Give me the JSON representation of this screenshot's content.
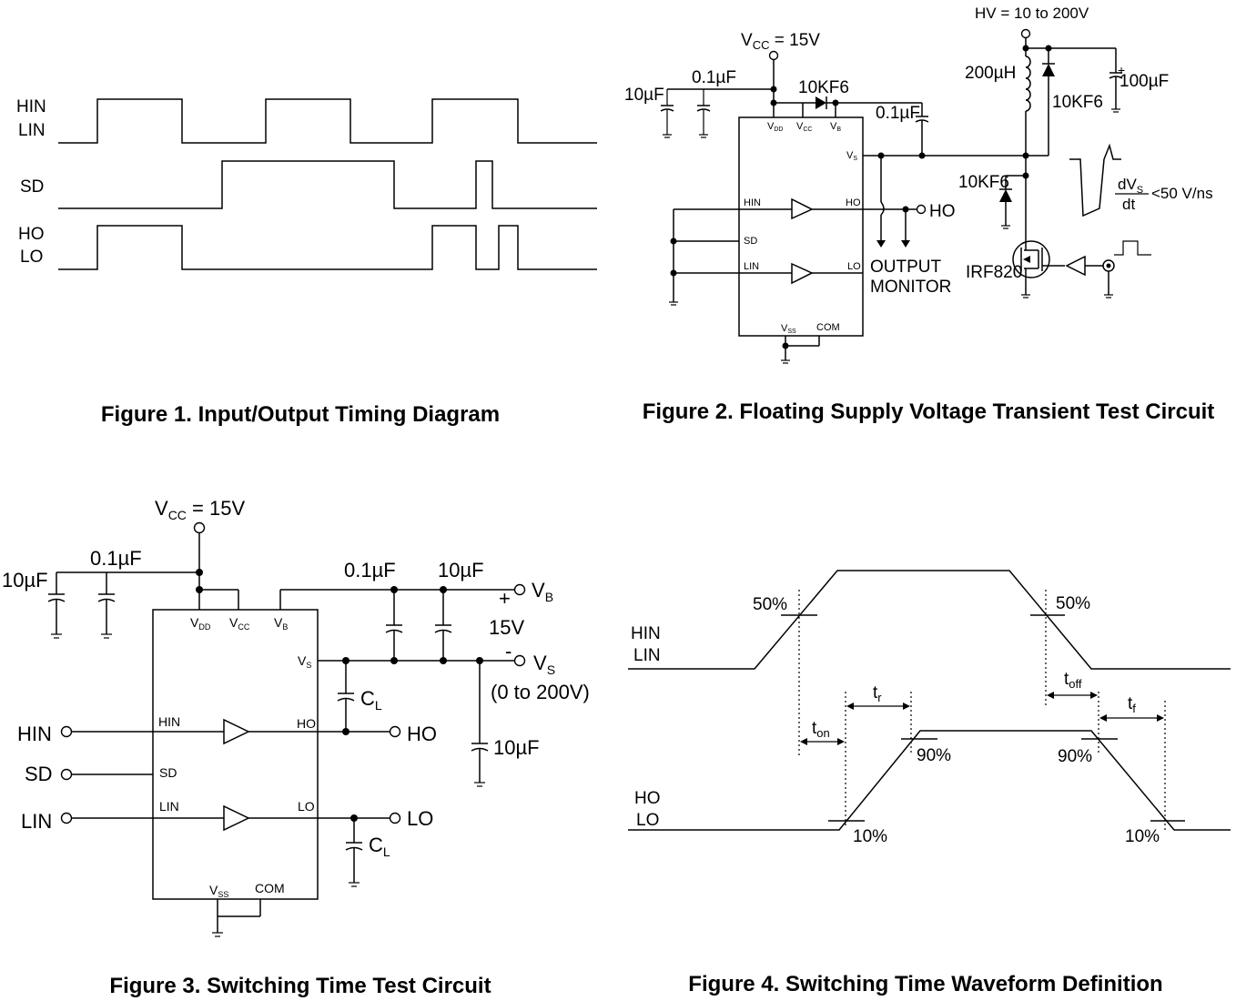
{
  "figure1": {
    "caption": "Figure 1. Input/Output Timing Diagram",
    "signals": [
      "HIN",
      "LIN",
      "SD",
      "HO",
      "LO"
    ]
  },
  "figure2": {
    "caption": "Figure 2. Floating Supply Voltage Transient Test Circuit",
    "vcc": "V",
    "vcc_sub": "CC",
    "vcc_value": " = 15V",
    "hv": "HV = 10 to 200V",
    "cap_10uf": "10µF",
    "cap_01uf_a": "0.1µF",
    "cap_01uf_b": "0.1µF",
    "cap_100uf": "100µF",
    "inductor": "200µH",
    "diode_a": "10KF6",
    "diode_b": "10KF6",
    "diode_c": "10KF6",
    "mosfet": "IRF820",
    "output_monitor_1": "OUTPUT",
    "output_monitor_2": "MONITOR",
    "ho_out": "HO",
    "dvdt_num": "dV",
    "dvdt_num_sub": "S",
    "dvdt_den": "dt",
    "dvdt_limit": "<50 V/ns",
    "pins": {
      "vdd": "V",
      "vdd_sub": "DD",
      "vcc": "V",
      "vcc_sub": "CC",
      "vb": "V",
      "vb_sub": "B",
      "vs": "V",
      "vs_sub": "S",
      "hin": "HIN",
      "sd": "SD",
      "lin": "LIN",
      "ho": "HO",
      "lo": "LO",
      "vss": "V",
      "vss_sub": "SS",
      "com": "COM"
    },
    "plus": "+"
  },
  "figure3": {
    "caption": "Figure 3. Switching Time Test Circuit",
    "vcc": "V",
    "vcc_sub": "CC",
    "vcc_value": " = 15V",
    "cap_10uf_left": "10µF",
    "cap_01uf_left": "0.1µF",
    "cap_01uf_right": "0.1µF",
    "cap_10uf_right": "10µF",
    "cap_10uf_low": "10µF",
    "vb": "V",
    "vb_sub": "B",
    "vs": "V",
    "vs_sub": "S",
    "vs_range": "(0 to 200V)",
    "supply": "15V",
    "plus": "+",
    "minus": "-",
    "cl": "C",
    "cl_sub": "L",
    "inputs": [
      "HIN",
      "SD",
      "LIN"
    ],
    "outputs": [
      "HO",
      "LO"
    ],
    "pins": {
      "vdd": "V",
      "vdd_sub": "DD",
      "vcc": "V",
      "vcc_sub": "CC",
      "vb": "V",
      "vb_sub": "B",
      "vs": "V",
      "vs_sub": "S",
      "hin": "HIN",
      "sd": "SD",
      "lin": "LIN",
      "ho": "HO",
      "lo": "LO",
      "vss": "V",
      "vss_sub": "SS",
      "com": "COM"
    }
  },
  "figure4": {
    "caption": "Figure 4. Switching Time Waveform Definition",
    "input_labels": [
      "HIN",
      "LIN"
    ],
    "output_labels": [
      "HO",
      "LO"
    ],
    "p50_left": "50%",
    "p50_right": "50%",
    "p90_left": "90%",
    "p90_right": "90%",
    "p10_left": "10%",
    "p10_right": "10%",
    "ton": "t",
    "ton_sub": "on",
    "tr": "t",
    "tr_sub": "r",
    "toff": "t",
    "toff_sub": "off",
    "tf": "t",
    "tf_sub": "f"
  }
}
